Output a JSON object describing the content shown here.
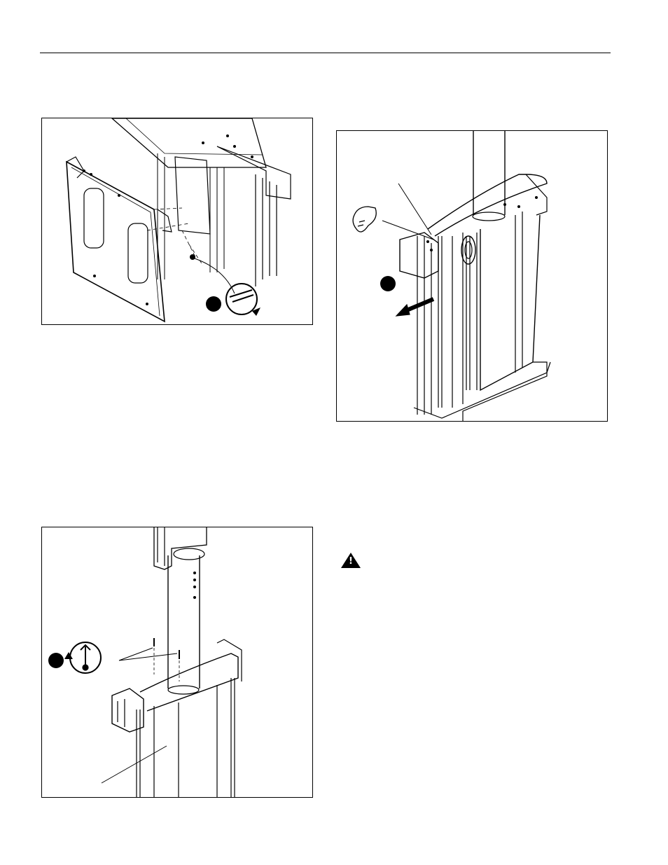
{
  "page": {
    "header_rule": "horizontal-rule"
  },
  "figures": [
    {
      "name": "figure-mount-bracket-screw",
      "icons": [
        "callout-dot",
        "wrench-tighten-icon"
      ]
    },
    {
      "name": "figure-remove-cover",
      "icons": [
        "callout-dot",
        "hand-pull-icon",
        "pull-arrow-icon"
      ]
    },
    {
      "name": "figure-column-screws",
      "icons": [
        "callout-dot",
        "screwdriver-loosen-icon"
      ]
    }
  ],
  "warning": {
    "icon": "warning-triangle-icon",
    "mark": "!"
  }
}
